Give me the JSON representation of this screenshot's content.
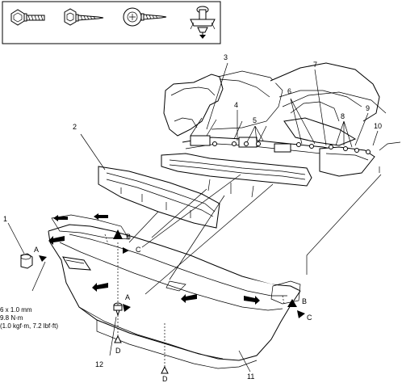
{
  "callouts": {
    "c1": "1",
    "c2": "2",
    "c3": "3",
    "c4": "4",
    "c5": "5",
    "c6": "6",
    "c7": "7",
    "c8": "8",
    "c9": "9",
    "c10": "10",
    "c11": "11",
    "c12": "12"
  },
  "reference_letters": {
    "a1": "A",
    "a2": "A",
    "b1": "B",
    "b2": "B",
    "c1": "C",
    "c2": "C",
    "d1": "D",
    "d2": "D"
  },
  "torque_spec": {
    "line1": "6 x 1.0 mm",
    "line2": "9.8 N·m",
    "line3": "(1.0 kgf·m, 7.2 lbf·ft)"
  },
  "legend_icons": [
    "flange-bolt-icon",
    "hex-screw-icon",
    "tapping-screw-icon",
    "push-clip-icon"
  ]
}
